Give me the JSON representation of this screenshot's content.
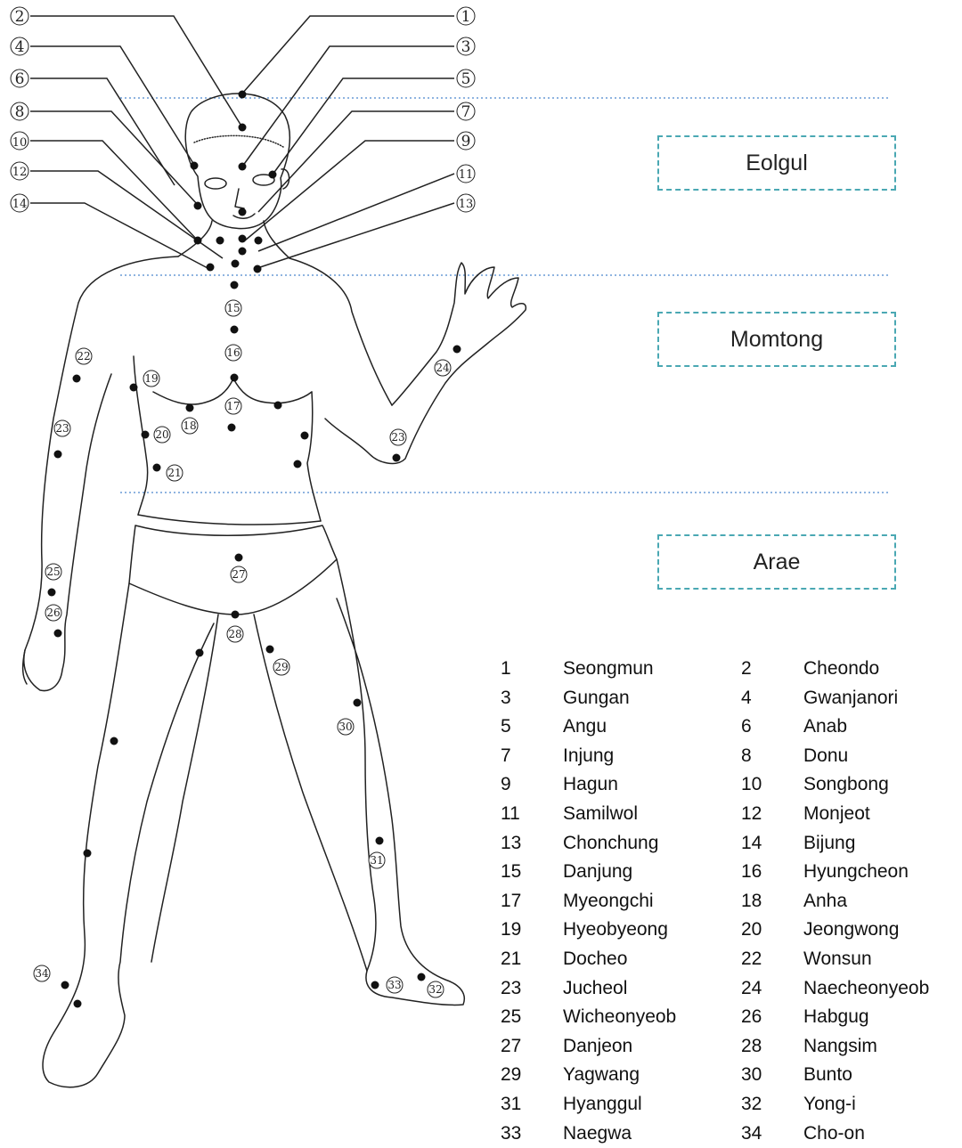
{
  "zones": {
    "eolgul": "Eolgul",
    "momtong": "Momtong",
    "arae": "Arae"
  },
  "legend": [
    {
      "num": "1",
      "name": "Seongmun"
    },
    {
      "num": "2",
      "name": "Cheondo"
    },
    {
      "num": "3",
      "name": "Gungan"
    },
    {
      "num": "4",
      "name": "Gwanjanori"
    },
    {
      "num": "5",
      "name": "Angu"
    },
    {
      "num": "6",
      "name": "Anab"
    },
    {
      "num": "7",
      "name": "Injung"
    },
    {
      "num": "8",
      "name": "Donu"
    },
    {
      "num": "9",
      "name": "Hagun"
    },
    {
      "num": "10",
      "name": "Songbong"
    },
    {
      "num": "11",
      "name": "Samilwol"
    },
    {
      "num": "12",
      "name": "Monjeot"
    },
    {
      "num": "13",
      "name": "Chonchung"
    },
    {
      "num": "14",
      "name": "Bijung"
    },
    {
      "num": "15",
      "name": "Danjung"
    },
    {
      "num": "16",
      "name": "Hyungcheon"
    },
    {
      "num": "17",
      "name": "Myeongchi"
    },
    {
      "num": "18",
      "name": "Anha"
    },
    {
      "num": "19",
      "name": "Hyeobyeong"
    },
    {
      "num": "20",
      "name": "Jeongwong"
    },
    {
      "num": "21",
      "name": "Docheo"
    },
    {
      "num": "22",
      "name": "Wonsun"
    },
    {
      "num": "23",
      "name": "Jucheol"
    },
    {
      "num": "24",
      "name": "Naecheonyeob"
    },
    {
      "num": "25",
      "name": "Wicheonyeob"
    },
    {
      "num": "26",
      "name": "Habgug"
    },
    {
      "num": "27",
      "name": "Danjeon"
    },
    {
      "num": "28",
      "name": "Nangsim"
    },
    {
      "num": "29",
      "name": "Yagwang"
    },
    {
      "num": "30",
      "name": "Bunto"
    },
    {
      "num": "31",
      "name": "Hyanggul"
    },
    {
      "num": "32",
      "name": "Yong-i"
    },
    {
      "num": "33",
      "name": "Naegwa"
    },
    {
      "num": "34",
      "name": "Cho-on"
    }
  ],
  "colors": {
    "outline": "#222222",
    "point": "#111111",
    "zone_border": "#4aa8b3",
    "divider": "#8fb4e0"
  }
}
